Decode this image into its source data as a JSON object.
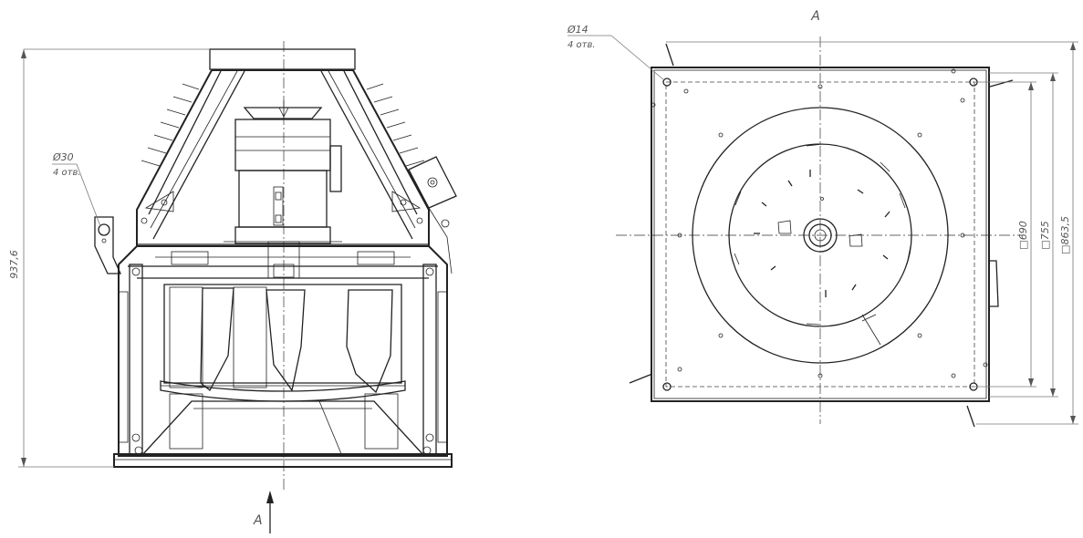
{
  "front_view": {
    "height_dim": "937,6",
    "hole_diameter": "Ø30",
    "hole_count": "4 отв.",
    "view_arrow_label": "A"
  },
  "view_a": {
    "title": "A",
    "hole_diameter": "Ø14",
    "hole_count": "4 отв.",
    "dim_inner": "□690",
    "dim_middle": "□755",
    "dim_outer": "□863,5"
  }
}
